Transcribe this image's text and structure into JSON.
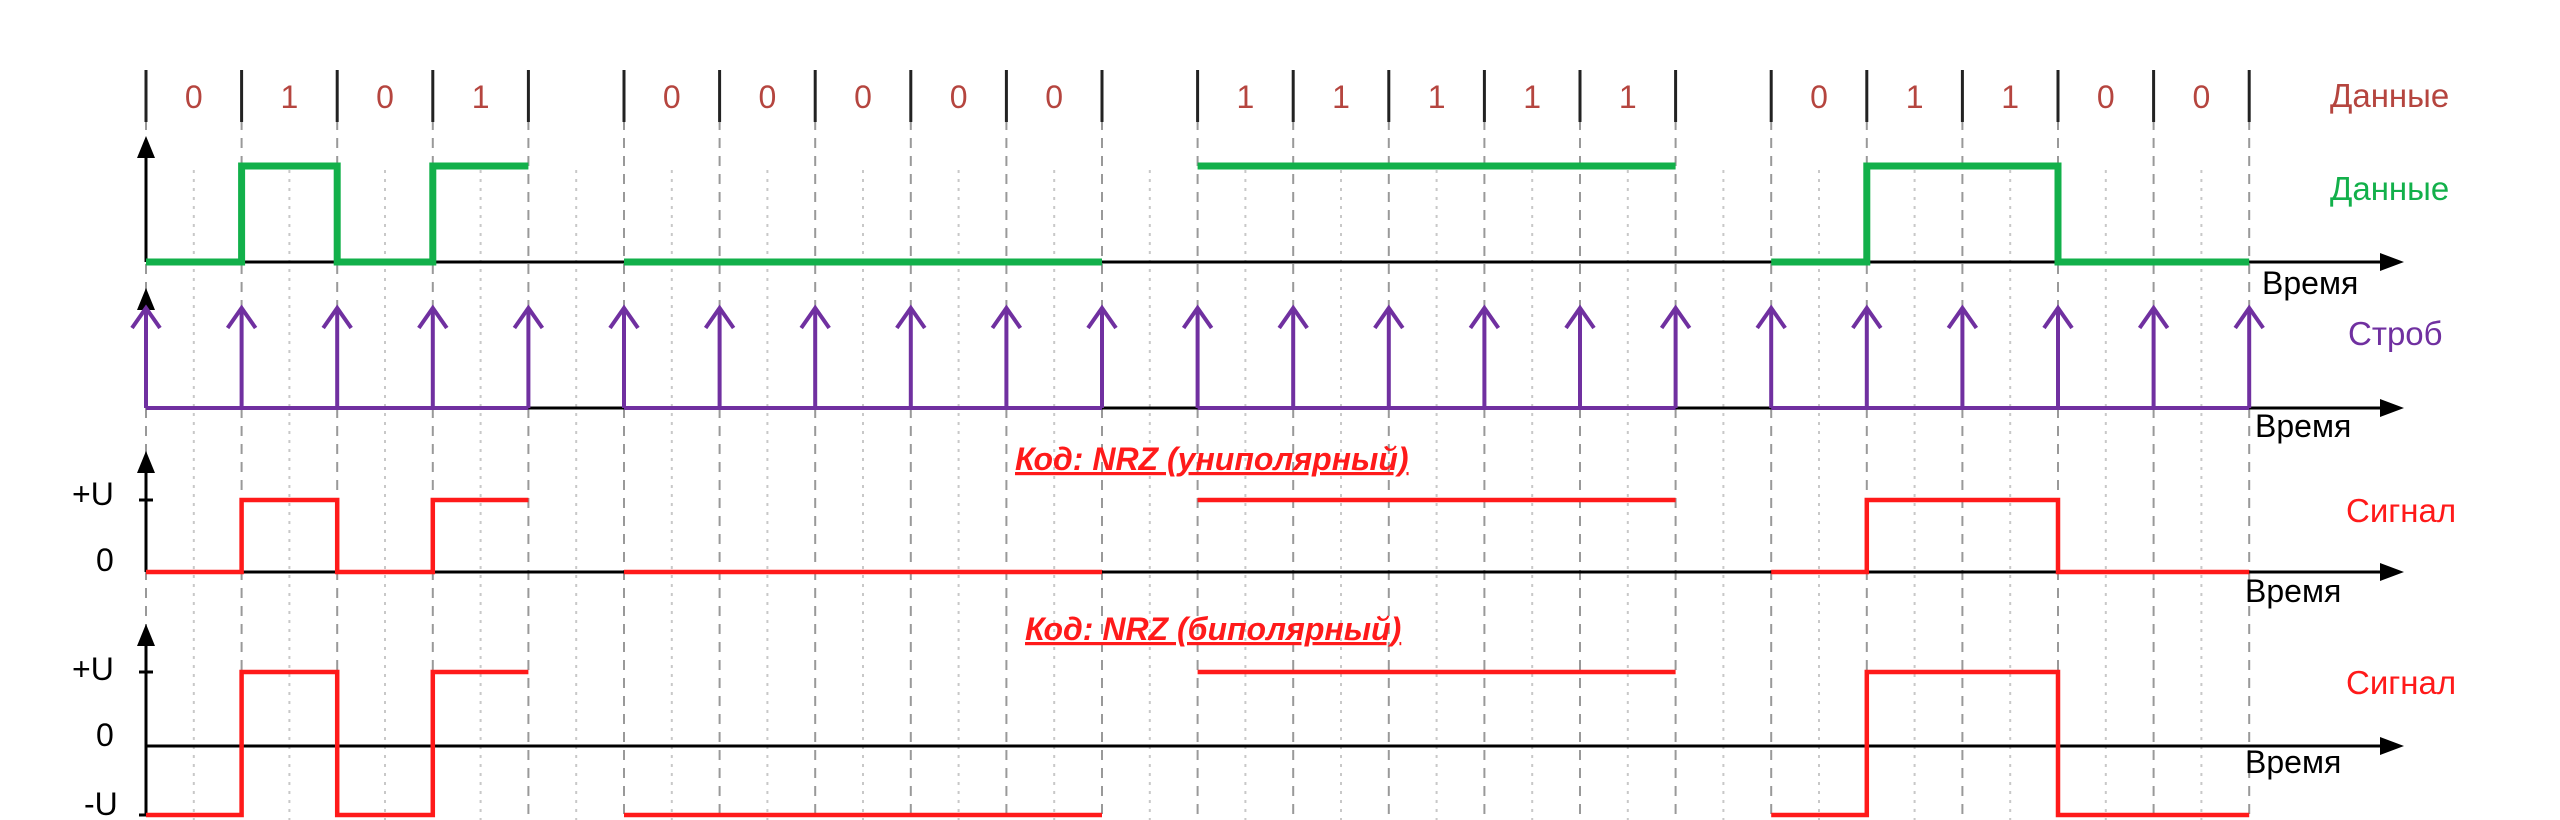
{
  "bits": [
    "0",
    "1",
    "0",
    "1",
    "",
    "0",
    "0",
    "0",
    "0",
    "0",
    "",
    "1",
    "1",
    "1",
    "1",
    "1",
    "",
    "0",
    "1",
    "1",
    "0",
    "0"
  ],
  "labels": {
    "data_top": "Данные",
    "data_trace": "Данные",
    "strobe": "Строб",
    "time": "Время",
    "signal": "Сигнал",
    "plus_u": "+U",
    "zero": "0",
    "minus_u": "-U",
    "code_unipolar": "Код: NRZ (униполярный)",
    "code_bipolar": "Код: NRZ (биполярный)"
  },
  "colors": {
    "data": "#12b04a",
    "strobe": "#7030a0",
    "signal": "#ff1a1a",
    "bit_text": "#b5453f",
    "grid_dash": "#999999",
    "grid_dot": "#c8c8c8"
  },
  "icons": [
    "arrow-up-icon",
    "arrow-right-icon"
  ]
}
